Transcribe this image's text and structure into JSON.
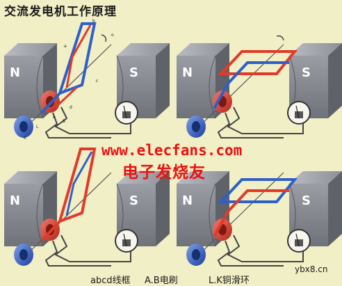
{
  "title": "交流发电机工作原理",
  "watermark": {
    "url": "www.elecfans.com",
    "name": "电子发烧友"
  },
  "legend": {
    "coil": "abcd线框",
    "brushes": "A.B电刷",
    "rings": "L.K铜滑环"
  },
  "site": "ybx8.cn",
  "magnet_labels": {
    "north": "N",
    "south": "S"
  },
  "panel1_letters": [
    "a",
    "b",
    "c",
    "d",
    "A",
    "B",
    "L",
    "K",
    "o"
  ],
  "colors": {
    "background": "#f1efc6",
    "magnet": "#8a8d94",
    "red_wire": "#e23a2a",
    "blue_wire": "#2f5fc8",
    "watermark": "#ee1111"
  }
}
